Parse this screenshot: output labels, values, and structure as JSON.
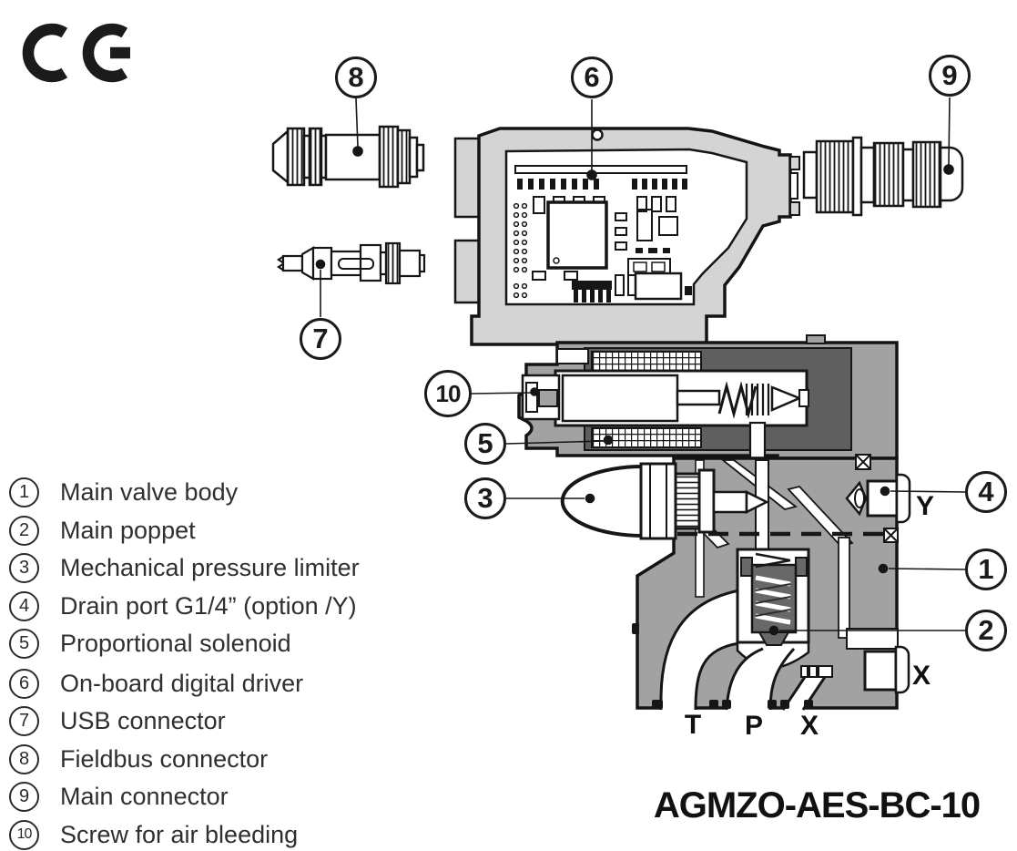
{
  "ce_mark": "CE",
  "model_code": "AGMZO-AES-BC-10",
  "legend": {
    "items": [
      {
        "num": "1",
        "label": "Main valve body"
      },
      {
        "num": "2",
        "label": "Main poppet"
      },
      {
        "num": "3",
        "label": "Mechanical pressure limiter"
      },
      {
        "num": "4",
        "label": "Drain port G1/4” (option /Y)"
      },
      {
        "num": "5",
        "label": "Proportional solenoid"
      },
      {
        "num": "6",
        "label": "On-board digital driver"
      },
      {
        "num": "7",
        "label": "USB connector"
      },
      {
        "num": "8",
        "label": "Fieldbus connector"
      },
      {
        "num": "9",
        "label": "Main connector"
      },
      {
        "num": "10",
        "label": "Screw for air bleeding"
      }
    ]
  },
  "callouts": {
    "c1": {
      "num": "1"
    },
    "c2": {
      "num": "2"
    },
    "c3": {
      "num": "3"
    },
    "c4": {
      "num": "4"
    },
    "c5": {
      "num": "5"
    },
    "c6": {
      "num": "6"
    },
    "c7": {
      "num": "7"
    },
    "c8": {
      "num": "8"
    },
    "c9": {
      "num": "9"
    },
    "c10": {
      "num": "10"
    }
  },
  "ports": {
    "y": "Y",
    "x_side": "X",
    "t": "T",
    "p": "P",
    "x_bottom": "X"
  },
  "colors": {
    "outline": "#161616",
    "body_gray": "#a2a2a2",
    "housing_gray": "#d4d4d4",
    "dark_gray": "#5f5f5f"
  }
}
